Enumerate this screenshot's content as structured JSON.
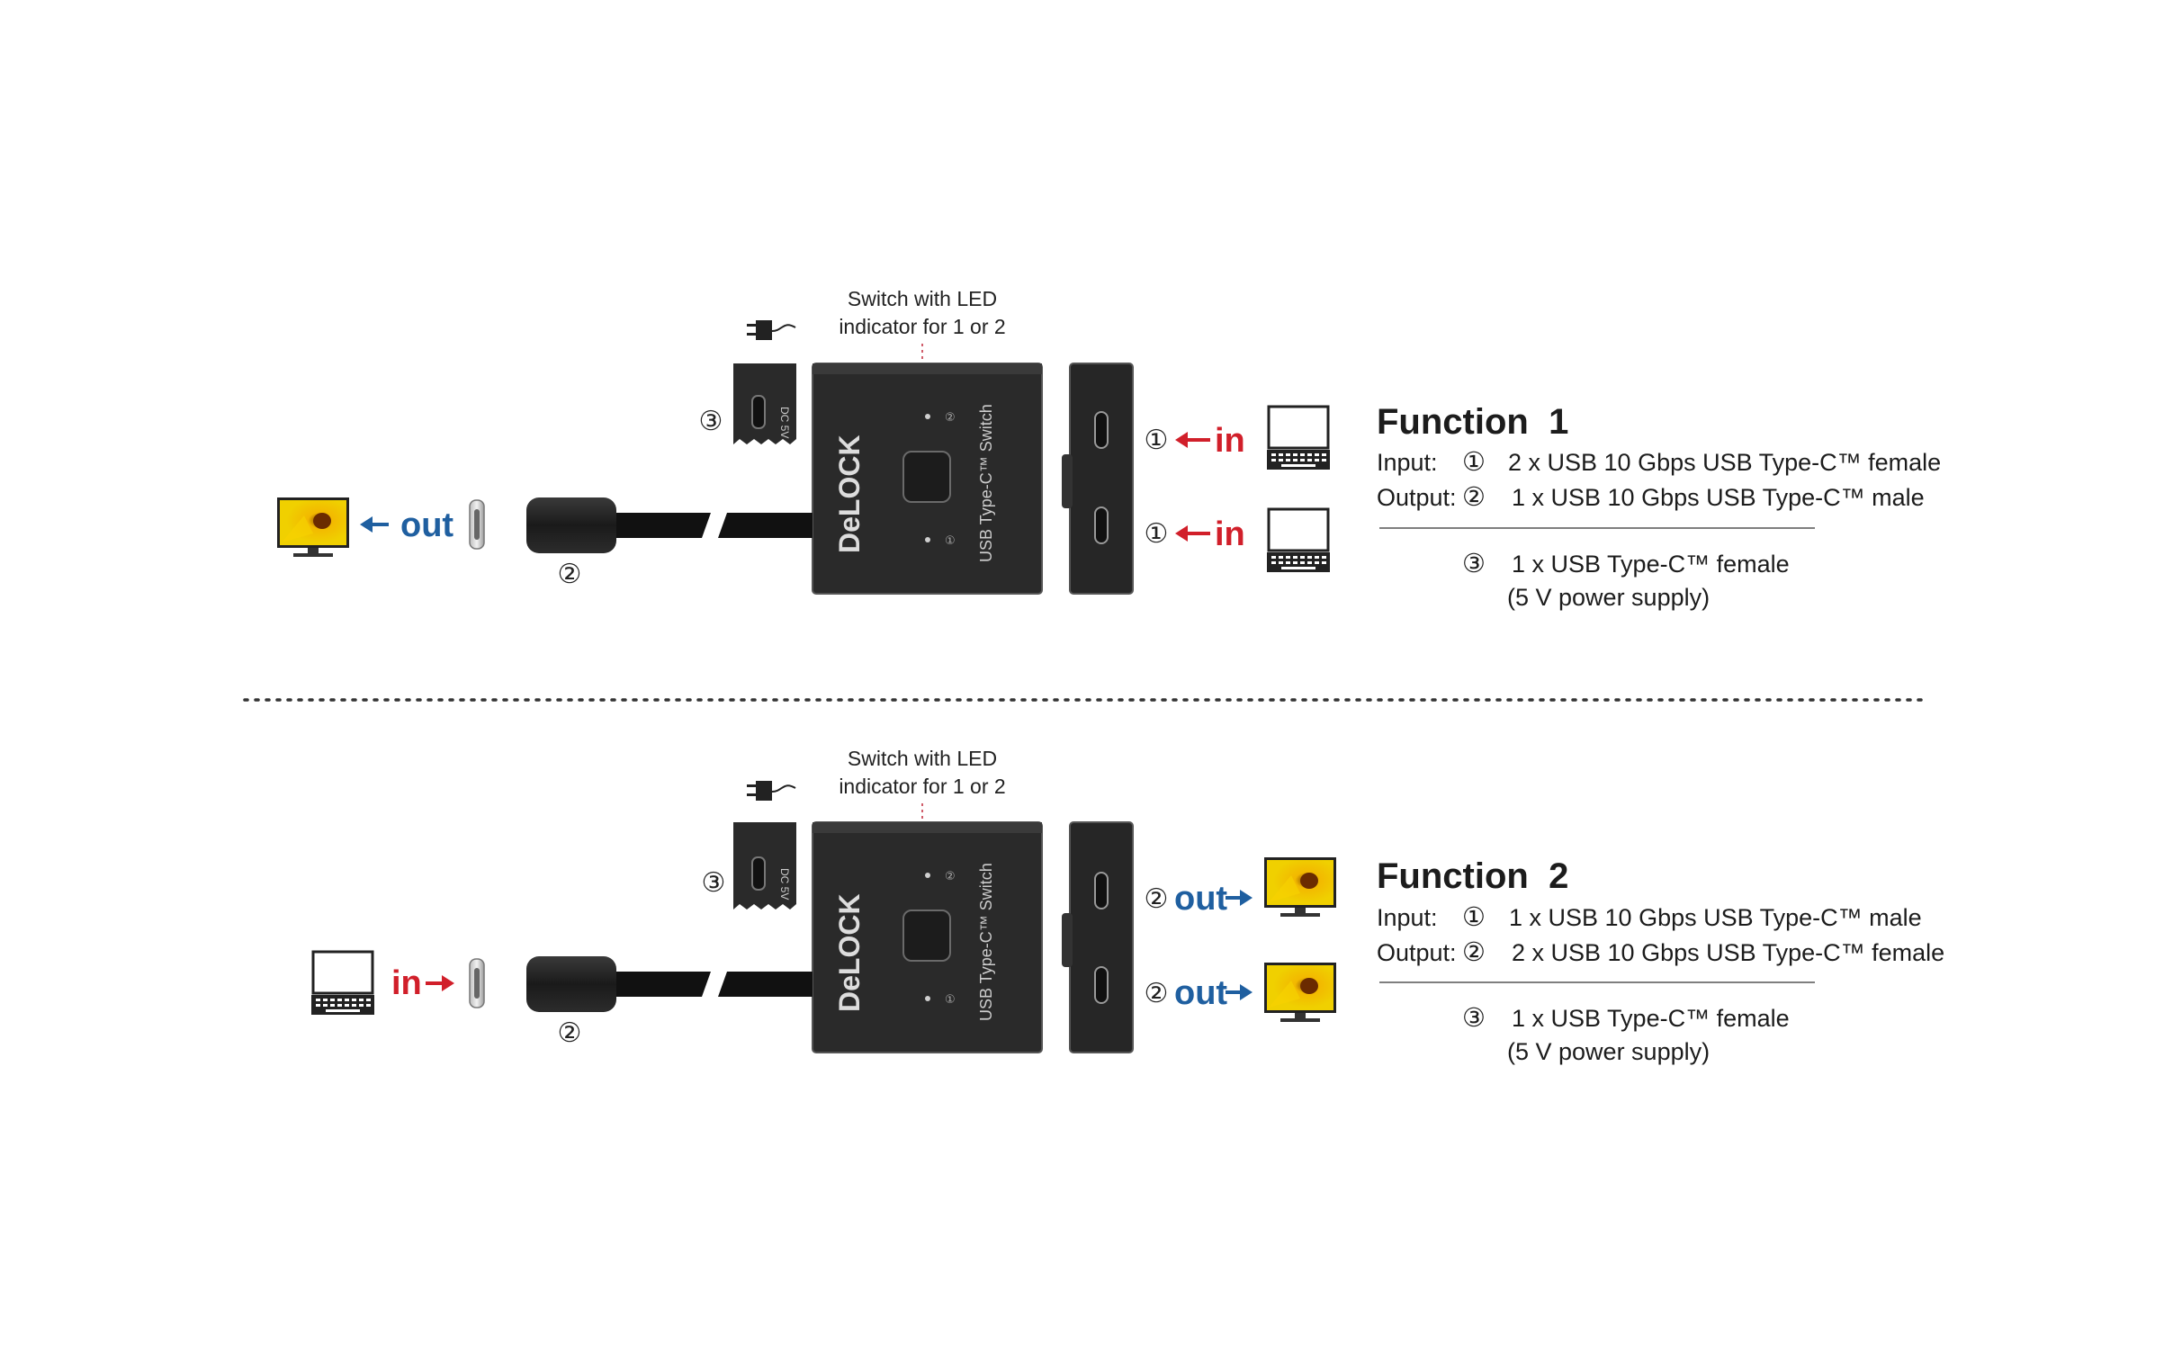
{
  "led_label_line1": "Switch with LED",
  "led_label_line2": "indicator for 1 or 2",
  "circle1": "①",
  "circle2": "②",
  "circle3": "③",
  "brand": "DeLOCK",
  "device_label": "USB Type-C™ Switch",
  "dc_label": "DC 5V",
  "colors": {
    "in": "#d11f2a",
    "out": "#1f5fa0",
    "device": "#2a2a2a"
  },
  "function1": {
    "title": "Function  1",
    "left_label": "out",
    "right_labels": [
      "in",
      "in"
    ],
    "input_label": "Input:",
    "input_value": "2 x USB 10 Gbps USB Type-C™ female",
    "output_label": "Output:",
    "output_value": "1 x USB 10 Gbps USB Type-C™ male",
    "power_line1": "1 x USB Type-C™ female",
    "power_line2": "(5 V power supply)"
  },
  "function2": {
    "title": "Function  2",
    "left_label": "in",
    "right_labels": [
      "out",
      "out"
    ],
    "input_label": "Input:",
    "input_value": "1 x USB 10 Gbps USB Type-C™ male",
    "output_label": "Output:",
    "output_value": "2 x USB 10 Gbps USB Type-C™ female",
    "power_line1": "1 x USB Type-C™ female",
    "power_line2": "(5 V power supply)"
  }
}
